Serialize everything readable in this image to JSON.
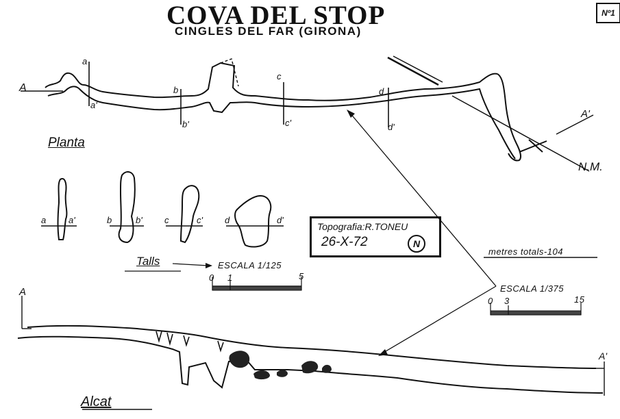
{
  "header": {
    "title": "COVA DEL STOP",
    "subtitle": "CINGLES DEL FAR (GIRONA)",
    "sheet_number": "Nº1"
  },
  "plan": {
    "label": "Planta",
    "endpoint_a": "A",
    "endpoint_a_prime": "A'",
    "north_mark": "N.M.",
    "sections": [
      {
        "top": "a",
        "bottom": "a'"
      },
      {
        "top": "b",
        "bottom": "b'"
      },
      {
        "top": "c",
        "bottom": "c'"
      },
      {
        "top": "d",
        "bottom": "d'"
      }
    ]
  },
  "cross_sections": {
    "label": "Talls",
    "items": [
      {
        "left": "a",
        "right": "a'"
      },
      {
        "left": "b",
        "right": "b'"
      },
      {
        "left": "c",
        "right": "c'"
      },
      {
        "left": "d",
        "right": "d'"
      }
    ],
    "scale_text": "ESCALA 1/125",
    "scale_ticks": [
      "0",
      "1",
      "5"
    ]
  },
  "topography": {
    "author": "Topografia:R.TONEU",
    "date": "26-X-72",
    "north": "N"
  },
  "totals": {
    "text": "metres totals-104"
  },
  "main_scale": {
    "text": "ESCALA 1/375",
    "ticks": [
      "0",
      "3",
      "15"
    ]
  },
  "elevation": {
    "label": "Alcat",
    "endpoint_a": "A",
    "endpoint_a_prime": "A'"
  }
}
